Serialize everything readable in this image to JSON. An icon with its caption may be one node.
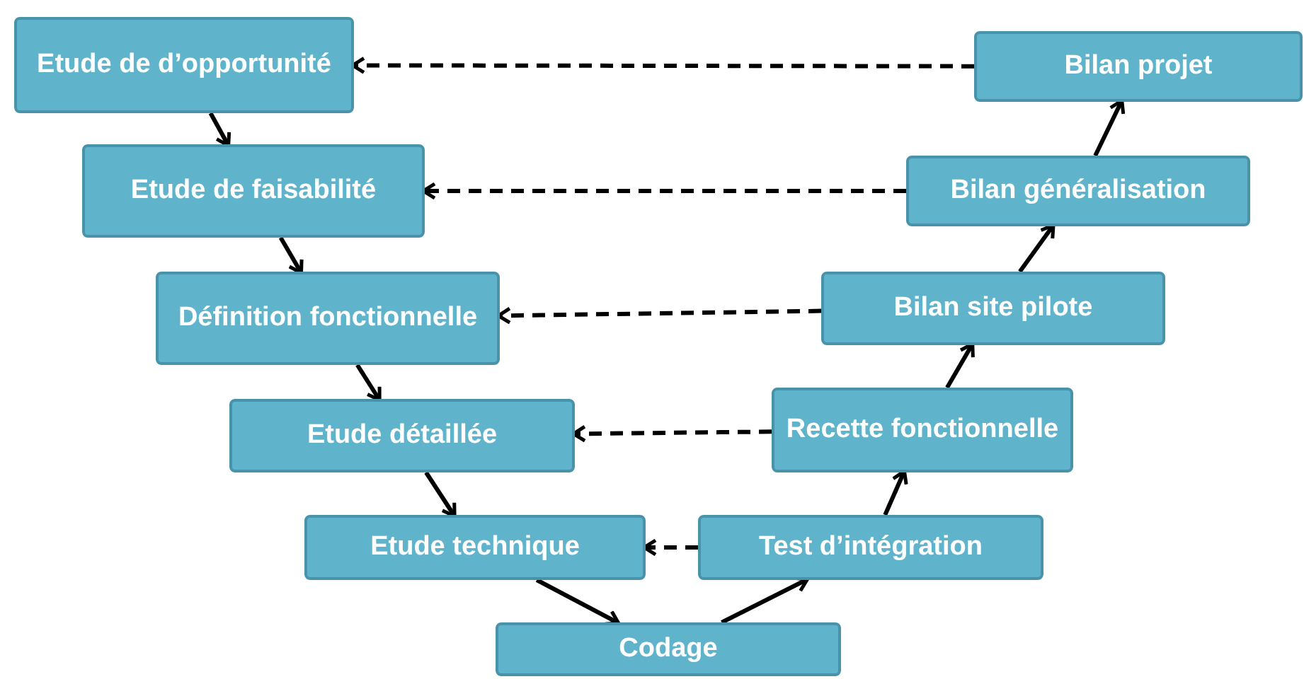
{
  "diagram": {
    "nodes": [
      {
        "text": [
          "Etude de d’opportunité"
        ]
      },
      {
        "text": [
          "Etude de faisabilité"
        ]
      },
      {
        "text": [
          "Définition fonctionnelle"
        ]
      },
      {
        "text": [
          "Etude détaillée"
        ]
      },
      {
        "text": [
          "Etude technique"
        ]
      },
      {
        "text": [
          "Codage"
        ]
      },
      {
        "text": [
          "Test d’intégration"
        ]
      },
      {
        "text": [
          "Recette fonctionnelle"
        ]
      },
      {
        "text": [
          "Bilan site pilote"
        ]
      },
      {
        "text": [
          "Bilan généralisation"
        ]
      },
      {
        "text": [
          "Bilan projet"
        ]
      }
    ],
    "edges": [
      {
        "from": 0,
        "to": 1,
        "arrow": "to"
      },
      {
        "from": 1,
        "to": 2,
        "arrow": "to"
      },
      {
        "from": 2,
        "to": 3,
        "arrow": "to"
      },
      {
        "from": 3,
        "to": 4,
        "arrow": "to"
      },
      {
        "from": 4,
        "to": 5,
        "arrow": "to"
      },
      {
        "from": 5,
        "to": 6,
        "arrow": "to"
      },
      {
        "from": 6,
        "to": 7,
        "arrow": "to"
      },
      {
        "from": 7,
        "to": 8,
        "arrow": "to"
      },
      {
        "from": 8,
        "to": 9,
        "arrow": "to"
      },
      {
        "from": 9,
        "to": 10,
        "arrow": "to"
      },
      {
        "from": 10,
        "to": 0,
        "arrow": "to",
        "style": "dashed"
      },
      {
        "from": 9,
        "to": 1,
        "arrow": "to",
        "style": "dashed"
      },
      {
        "from": 8,
        "to": 2,
        "arrow": "to",
        "style": "dashed"
      },
      {
        "from": 7,
        "to": 3,
        "arrow": "to",
        "style": "dashed"
      },
      {
        "from": 6,
        "to": 4,
        "arrow": "to",
        "style": "dashed"
      }
    ]
  }
}
